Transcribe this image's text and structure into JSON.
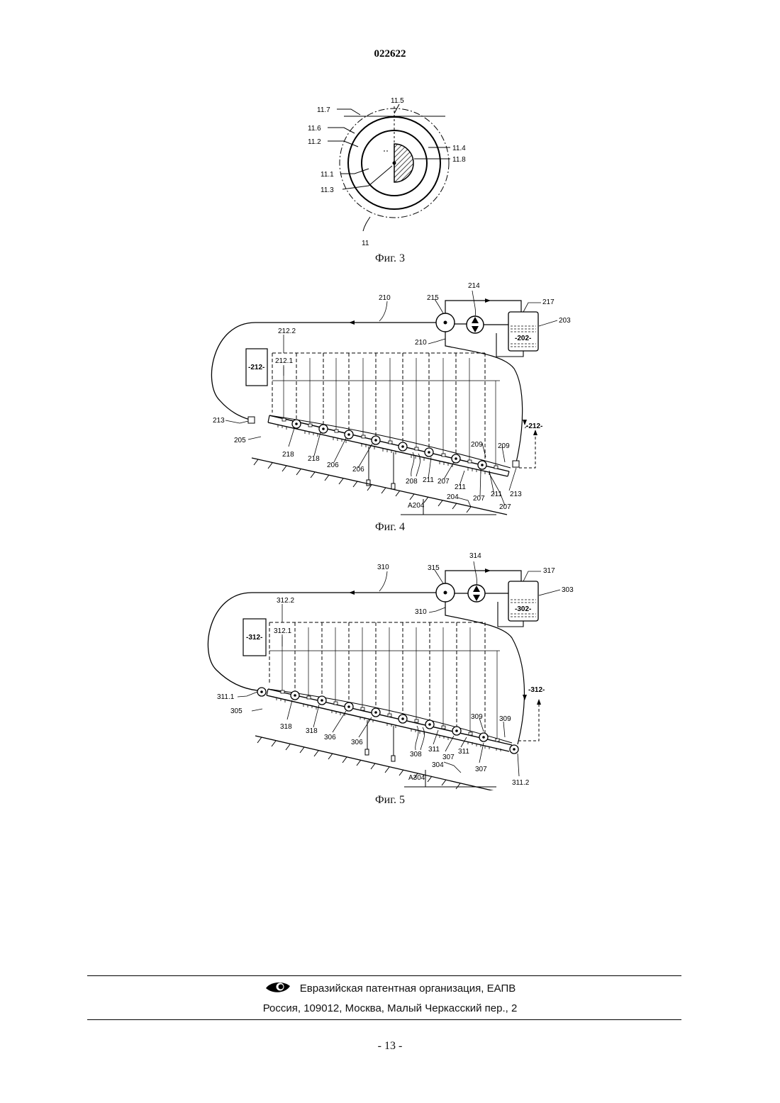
{
  "header": {
    "patent_number": "022622"
  },
  "figure3": {
    "caption": "Фиг. 3",
    "labels": [
      "11.7",
      "11.5",
      "11.6",
      "11.2",
      "11.4",
      "11.8",
      "11.1",
      "11.3",
      "11"
    ]
  },
  "figure4": {
    "caption": "Фиг. 4",
    "labels": [
      "210",
      "214",
      "215",
      "217",
      "203",
      "-202-",
      "212.2",
      "210",
      "-212-",
      "212.1",
      "213",
      "205",
      "-212-",
      "218",
      "218",
      "206",
      "206",
      "209",
      "209",
      "208",
      "211",
      "207",
      "211",
      "211",
      "207",
      "213",
      "207",
      "204",
      "A204"
    ]
  },
  "figure5": {
    "caption": "Фиг. 5",
    "labels": [
      "310",
      "314",
      "315",
      "317",
      "303",
      "-302-",
      "312.2",
      "310",
      "-312-",
      "312.1",
      "311.1",
      "305",
      "-312-",
      "318",
      "318",
      "306",
      "306",
      "309",
      "309",
      "308",
      "311",
      "311",
      "307",
      "304",
      "307",
      "A304",
      "311.2"
    ]
  },
  "footer": {
    "organization": "Евразийская патентная организация, ЕАПВ",
    "address": "Россия, 109012, Москва, Малый Черкасский пер., 2",
    "logo_icon": "eapo-eye-logo"
  },
  "page": {
    "number": "- 13 -"
  }
}
